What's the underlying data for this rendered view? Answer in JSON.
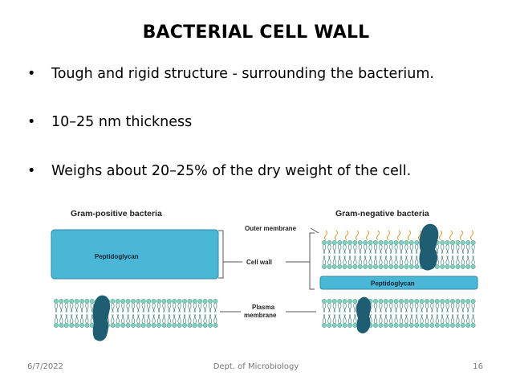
{
  "slide": {
    "title": "BACTERIAL CELL WALL",
    "bullets": [
      "Tough and rigid structure - surrounding the bacterium.",
      "10–25 nm thickness",
      "Weighs about 20–25% of the dry weight of the cell."
    ],
    "bullet_char": "•"
  },
  "figure": {
    "left_title": "Gram-positive bacteria",
    "right_title": "Gram-negative bacteria",
    "left_box_label": "Peptidoglycan",
    "right_box_label": "Peptidoglycan",
    "labels": {
      "outer_membrane": "Outer membrane",
      "cell_wall": "Cell wall",
      "plasma_line1": "Plasma",
      "plasma_line2": "membrane"
    },
    "colors": {
      "peptidoglycan": "#4ab7d6",
      "membrane_head": "#7fd0bf",
      "protein": "#1f5d73",
      "lps": "#e7a13b",
      "bracket": "#555555"
    }
  },
  "footer": {
    "date": "6/7/2022",
    "dept": "Dept. of Microbiology",
    "page": "16"
  }
}
